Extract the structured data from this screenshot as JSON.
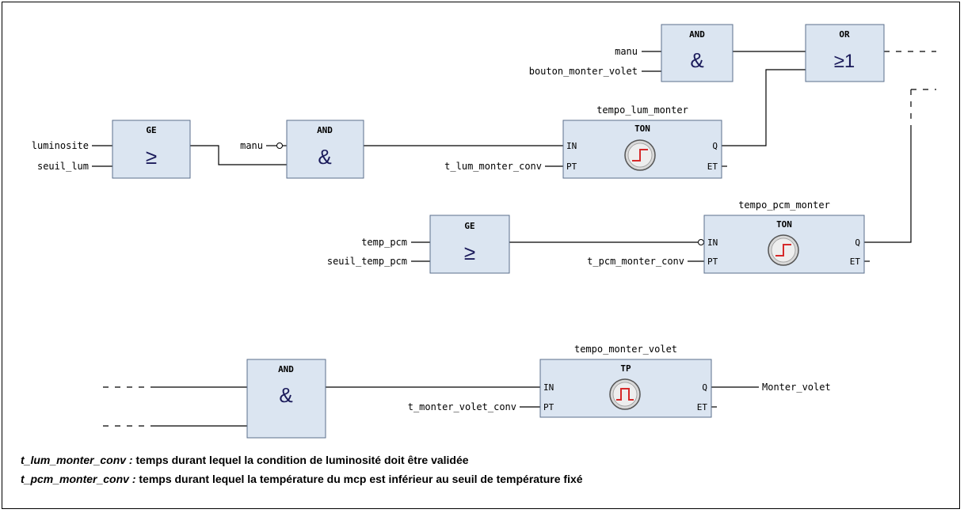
{
  "blocks": {
    "and_top": {
      "type": "AND",
      "symbol": "&"
    },
    "or_top": {
      "type": "OR",
      "symbol": "≥1"
    },
    "ge_lum": {
      "type": "GE",
      "symbol": "≥"
    },
    "and_mid": {
      "type": "AND",
      "symbol": "&"
    },
    "ton_lum": {
      "instance": "tempo_lum_monter",
      "type": "TON",
      "in": "IN",
      "pt": "PT",
      "q": "Q",
      "et": "ET"
    },
    "ge_pcm": {
      "type": "GE",
      "symbol": "≥"
    },
    "ton_pcm": {
      "instance": "tempo_pcm_monter",
      "type": "TON",
      "in": "IN",
      "pt": "PT",
      "q": "Q",
      "et": "ET"
    },
    "and_bottom": {
      "type": "AND",
      "symbol": "&"
    },
    "tp_volet": {
      "instance": "tempo_monter_volet",
      "type": "TP",
      "in": "IN",
      "pt": "PT",
      "q": "Q",
      "et": "ET"
    }
  },
  "variables": {
    "manu_top": "manu",
    "bouton": "bouton_monter_volet",
    "luminosite": "luminosite",
    "seuil_lum": "seuil_lum",
    "manu_mid": "manu",
    "t_lum": "t_lum_monter_conv",
    "temp_pcm": "temp_pcm",
    "seuil_temp_pcm": "seuil_temp_pcm",
    "t_pcm": "t_pcm_monter_conv",
    "t_volet": "t_monter_volet_conv",
    "output": "Monter_volet"
  },
  "notes": [
    {
      "term": "t_lum_monter_conv :",
      "text": "temps durant lequel la condition de luminosité doit être validée"
    },
    {
      "term": "t_pcm_monter_conv :",
      "text": "temps durant lequel la température du mcp est inférieur au seuil de température fixé"
    }
  ],
  "colors": {
    "block_fill": "#dbe5f1",
    "block_border": "#5b6f8c",
    "symbol": "#1a1a5a",
    "timer_pulse": "#d62a2a"
  }
}
